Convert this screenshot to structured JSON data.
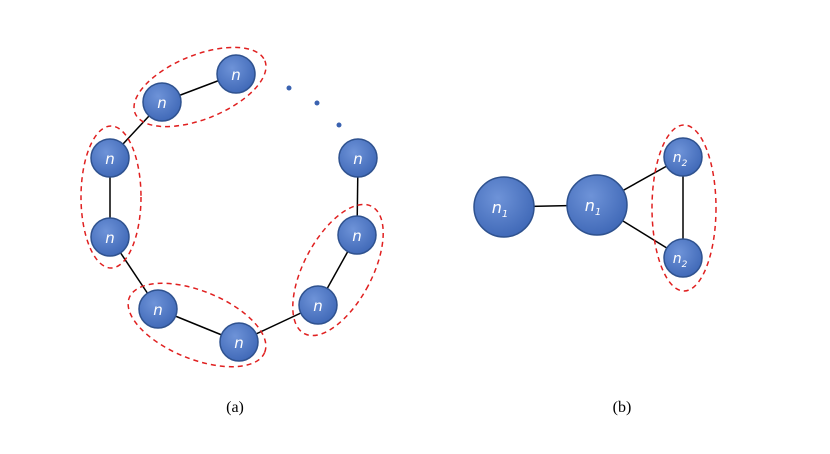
{
  "panel_a": {
    "caption": "(a)",
    "node_label": "n"
  },
  "panel_b": {
    "caption": "(b)",
    "node_label_1": "n",
    "node_sub_1": "1",
    "node_label_2": "n",
    "node_sub_2": "2"
  },
  "colors": {
    "node_fill": "#4a74c4",
    "node_stroke": "#2f528f",
    "edge": "#000000",
    "group_outline": "#e02020",
    "ellipsis_dot": "#3a62b0"
  }
}
